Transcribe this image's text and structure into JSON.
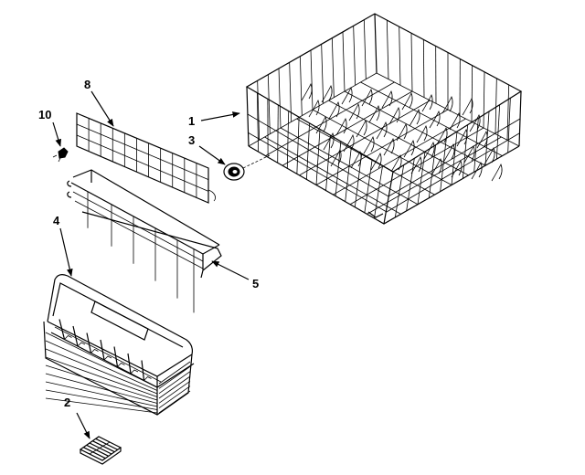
{
  "callouts": {
    "rack": "1",
    "silverware_insert": "2",
    "wheel": "3",
    "silverware_basket": "4",
    "shelf_rack": "5",
    "shield": "8",
    "clip": "10"
  }
}
